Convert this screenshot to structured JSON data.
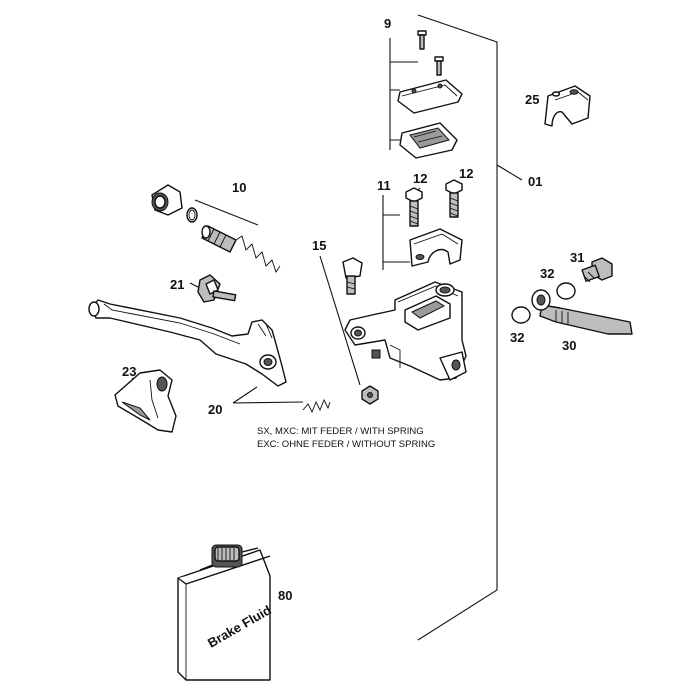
{
  "callouts": {
    "c01": "01",
    "c9": "9",
    "c10": "10",
    "c11": "11",
    "c12a": "12",
    "c12b": "12",
    "c15": "15",
    "c20": "20",
    "c21": "21",
    "c23": "23",
    "c25": "25",
    "c30": "30",
    "c31": "31",
    "c32a": "32",
    "c32b": "32",
    "c80": "80"
  },
  "notes": {
    "spring_line1": "SX, MXC: MIT FEDER / WITH SPRING",
    "spring_line2": "EXC: OHNE FEDER / WITHOUT SPRING"
  },
  "bottle_label": "Brake Fluid"
}
